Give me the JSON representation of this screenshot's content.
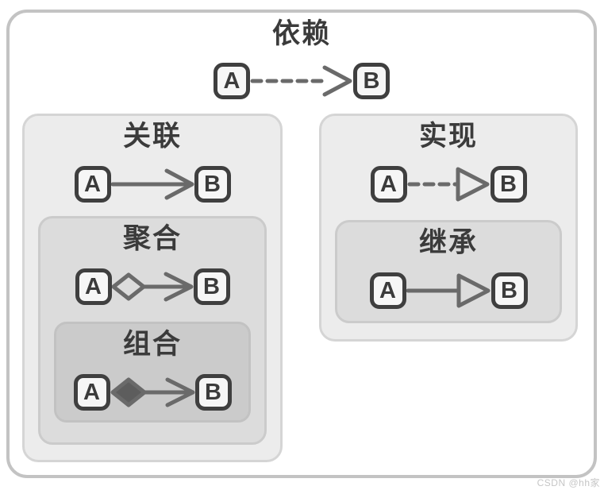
{
  "relationships": {
    "dependency": {
      "title": "依赖",
      "from": "A",
      "to": "B",
      "line": "dashed",
      "head": "open-arrow",
      "tail": "none"
    },
    "association": {
      "title": "关联",
      "from": "A",
      "to": "B",
      "line": "solid",
      "head": "open-arrow",
      "tail": "none"
    },
    "aggregation": {
      "title": "聚合",
      "from": "A",
      "to": "B",
      "line": "solid",
      "head": "open-arrow",
      "tail": "hollow-diamond"
    },
    "composition": {
      "title": "组合",
      "from": "A",
      "to": "B",
      "line": "solid",
      "head": "open-arrow",
      "tail": "filled-diamond"
    },
    "realization": {
      "title": "实现",
      "from": "A",
      "to": "B",
      "line": "dashed",
      "head": "hollow-triangle",
      "tail": "none"
    },
    "inheritance": {
      "title": "继承",
      "from": "A",
      "to": "B",
      "line": "solid",
      "head": "hollow-triangle",
      "tail": "none"
    }
  },
  "watermark": "CSDN @hh家",
  "colors": {
    "panel_level1": "#ececec",
    "panel_level2": "#dcdcdc",
    "panel_level3": "#cbcbcb",
    "outer_border": "#c3c3c3",
    "line": "#6a6a6a",
    "diamond_fill": "#5d5d5d",
    "box_border": "#3f3f3f",
    "text": "#3b3b3b",
    "watermark": "#c6c6c6"
  }
}
